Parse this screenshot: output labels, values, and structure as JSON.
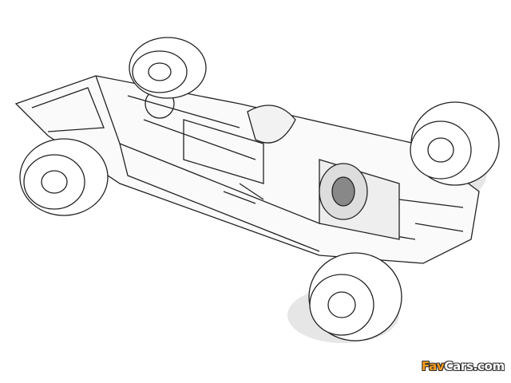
{
  "image": {
    "subject": "race-car-cutaway",
    "colors": {
      "ink": "#222222",
      "background": "#ffffff",
      "watermark_accent": "#f39a1e"
    }
  },
  "watermark": {
    "part1": "Fav",
    "part2": "Cars.com"
  }
}
